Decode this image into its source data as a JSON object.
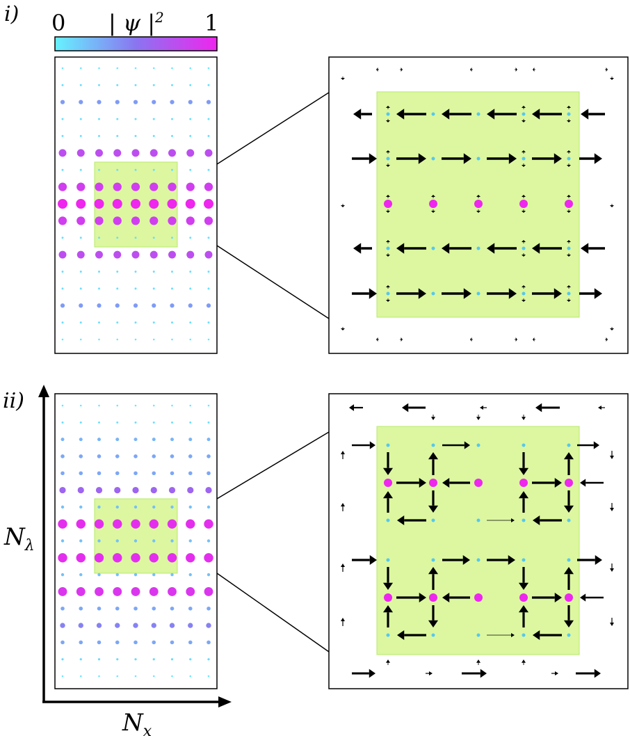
{
  "panels": {
    "i": {
      "label": "i)"
    },
    "ii": {
      "label": "ii)"
    }
  },
  "colorbar": {
    "min_label": "0",
    "max_label": "1",
    "title": "| ψ |",
    "title_exponent": "2",
    "color_low": "#66F2FF",
    "color_mid": "#8A75F0",
    "color_high": "#EE26EE"
  },
  "axes": {
    "y_label": "N",
    "y_sub": "λ",
    "x_label": "N",
    "x_sub": "x"
  },
  "colors": {
    "highlight": "#DCF7A0",
    "highlight_edge": "#B7E86C",
    "arrow": "#000000",
    "frame": "#000000"
  },
  "lattice": {
    "columns": 9,
    "rows": 17,
    "panel_i_intensity_by_row": [
      0.05,
      0.08,
      0.35,
      0.08,
      0.08,
      0.75,
      0.08,
      0.85,
      1.0,
      0.85,
      0.08,
      0.75,
      0.08,
      0.08,
      0.35,
      0.08,
      0.05
    ],
    "panel_ii_intensity_by_row": [
      0.05,
      0.08,
      0.25,
      0.3,
      0.3,
      0.6,
      0.2,
      0.95,
      0.2,
      0.95,
      0.2,
      0.9,
      0.3,
      0.45,
      0.3,
      0.1,
      0.05
    ]
  },
  "zoom": {
    "panel_i_current_rows": [
      {
        "dir": "left",
        "strength": 1.0
      },
      {
        "dir": "right",
        "strength": 1.0
      },
      {
        "dir": "none",
        "strength": 0.0
      },
      {
        "dir": "left",
        "strength": 1.0
      },
      {
        "dir": "right",
        "strength": 1.0
      }
    ]
  }
}
